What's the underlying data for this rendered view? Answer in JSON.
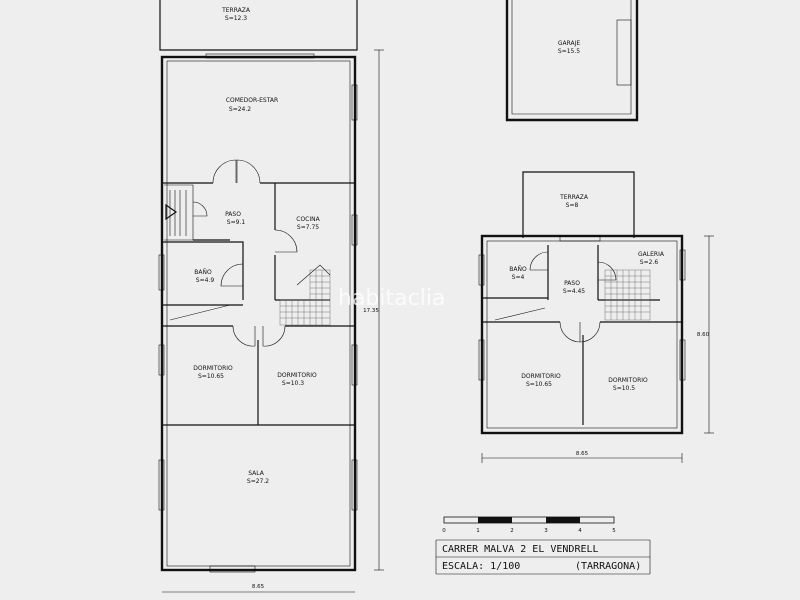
{
  "rooms_ground": [
    {
      "id": "terraza",
      "name": "TERRAZA",
      "area": "S=12.3"
    },
    {
      "id": "comedor",
      "name": "COMEDOR-ESTAR",
      "area": "S=24.2"
    },
    {
      "id": "paso",
      "name": "PASO",
      "area": "S=9.1"
    },
    {
      "id": "cocina",
      "name": "COCINA",
      "area": "S=7.75"
    },
    {
      "id": "bano",
      "name": "BAÑO",
      "area": "S=4.9"
    },
    {
      "id": "dorm1",
      "name": "DORMITORIO",
      "area": "S=10.65"
    },
    {
      "id": "dorm2",
      "name": "DORMITORIO",
      "area": "S=10.3"
    },
    {
      "id": "sala",
      "name": "SALA",
      "area": "S=27.2"
    }
  ],
  "rooms_upper": [
    {
      "id": "garaje",
      "name": "GARAJE",
      "area": "S=15.5"
    },
    {
      "id": "terraza2",
      "name": "TERRAZA",
      "area": "S=8"
    },
    {
      "id": "bano2",
      "name": "BAÑO",
      "area": "S=4"
    },
    {
      "id": "paso2",
      "name": "PASO",
      "area": "S=4.45"
    },
    {
      "id": "galeria",
      "name": "GALERIA",
      "area": "S=2.6"
    },
    {
      "id": "dorm3",
      "name": "DORMITORIO",
      "area": "S=10.65"
    },
    {
      "id": "dorm4",
      "name": "DORMITORIO",
      "area": "S=10.5"
    }
  ],
  "dimensions": {
    "ground_height": "17.35",
    "ground_width": "8.65",
    "upper_height": "8.60",
    "upper_width": "8.65"
  },
  "scale_bar": {
    "ticks": [
      "0",
      "1",
      "2",
      "3",
      "4",
      "5"
    ]
  },
  "title_block": {
    "line1": "CARRER MALVA 2 EL VENDRELL",
    "line2": "ESCALA: 1/100",
    "line3": "(TARRAGONA)"
  },
  "watermark": "habitaclia"
}
